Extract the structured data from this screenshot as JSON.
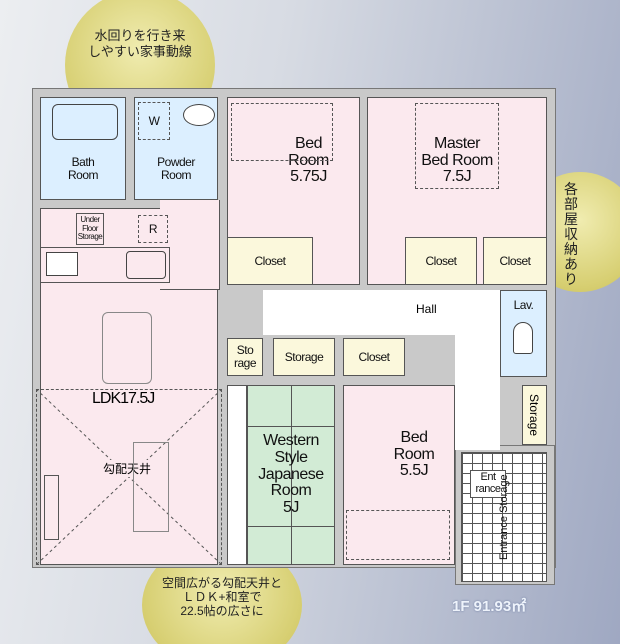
{
  "callouts": {
    "top": "水回りを行き来\nしやすい家事動線",
    "right": "各部屋収納\nあり",
    "bottom": "空間広がる勾配天井と\nＬＤＫ+和室で\n22.5帖の広さに"
  },
  "rooms": {
    "bath": "Bath\nRoom",
    "powder": "Powder\nRoom",
    "washer": "W",
    "fridge": "R",
    "under_floor": "Under\nFloor\nStorage",
    "bed1": "Bed\nRoom\n5.75J",
    "master": "Master\nBed Room\n7.5J",
    "closet": "Closet",
    "hall": "Hall",
    "lav": "Lav.",
    "ldk": "LDK17.5J",
    "sloped": "勾配天井",
    "storage_small": "Sto\nrage",
    "storage": "Storage",
    "japanese": "Western\nStyle\nJapanese\nRoom\n5J",
    "bed2": "Bed\nRoom\n5.5J",
    "storage_vertical": "Storage",
    "entrance": "Ent\nrance",
    "entrance_storage": "Entrance Storage"
  },
  "area_label": "1F 91.93㎡",
  "colors": {
    "room_pink": "#fbe9ee",
    "wet_blue": "#dcefff",
    "storage_yellow": "#fbf8dc",
    "tatami_green": "#d2ebd5",
    "bubble": "#d7cf72"
  }
}
